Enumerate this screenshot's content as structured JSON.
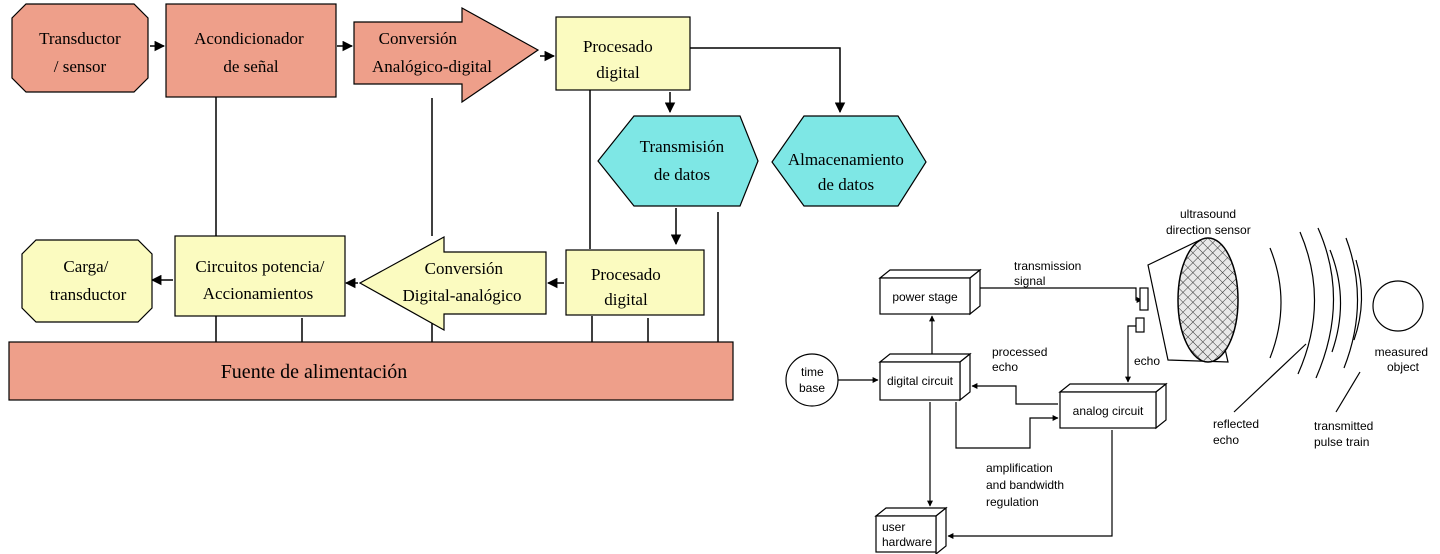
{
  "colors": {
    "salmon": "#ee9f8a",
    "pale_yellow": "#fbfbc0",
    "cyan": "#7ee7e5",
    "power_bar": "#ee9f8a"
  },
  "left_diagram": {
    "transductor": [
      "Transductor",
      "/ sensor"
    ],
    "acondicionador": [
      "Acondicionador",
      "de señal"
    ],
    "conversion_ad": [
      "Conversión",
      "Analógico-digital"
    ],
    "procesado_top": [
      "Procesado",
      "digital"
    ],
    "transmision": [
      "Transmisión",
      "de datos"
    ],
    "almacenamiento": [
      "Almacenamiento",
      "de datos"
    ],
    "procesado_bottom": [
      "Procesado",
      "digital"
    ],
    "conversion_da": [
      "Conversión",
      "Digital-analógico"
    ],
    "circuitos": [
      "Circuitos potencia/",
      "Accionamientos"
    ],
    "carga": [
      "Carga/",
      "transductor"
    ],
    "fuente": "Fuente de alimentación"
  },
  "right_diagram": {
    "sensor_label": [
      "ultrasound",
      "direction sensor"
    ],
    "transmission_signal": [
      "transmission",
      "signal"
    ],
    "power_stage": "power stage",
    "processed_echo": [
      "processed",
      "echo"
    ],
    "echo": "echo",
    "time_base": [
      "time",
      "base"
    ],
    "digital_circuit": "digital circuit",
    "analog_circuit": "analog circuit",
    "amplification": [
      "amplification",
      "and bandwidth",
      "regulation"
    ],
    "user_hardware": [
      "user",
      "hardware"
    ],
    "reflected_echo": [
      "reflected",
      "echo"
    ],
    "transmitted_pulse": [
      "transmitted",
      "pulse train"
    ],
    "measured_object": [
      "measured",
      "object"
    ]
  }
}
